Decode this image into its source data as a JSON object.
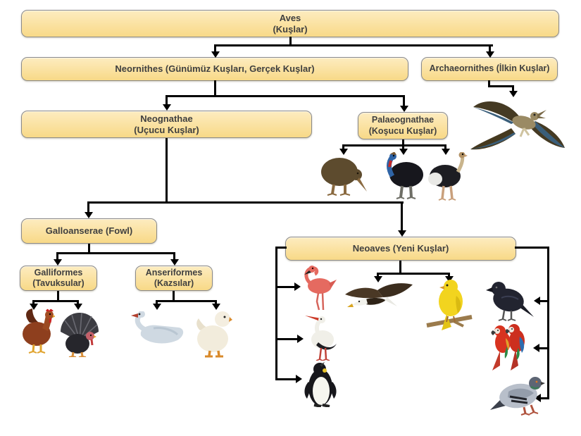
{
  "nodes": {
    "aves": {
      "line1": "Aves",
      "line2": "(Kuşlar)"
    },
    "neornithes": {
      "line1": "Neornithes (Günümüz Kuşları, Gerçek Kuşlar)"
    },
    "archaeornithes": {
      "line1": "Archaeornithes (İlkin Kuşlar)"
    },
    "neognathae": {
      "line1": "Neognathae",
      "line2": "(Uçucu Kuşlar)"
    },
    "palaeognathae": {
      "line1": "Palaeognathae",
      "line2": "(Koşucu Kuşlar)"
    },
    "galloanserae": {
      "line1": "Galloanserae (Fowl)"
    },
    "galliformes": {
      "line1": "Galliformes",
      "line2": "(Tavuksular)"
    },
    "anseriformes": {
      "line1": "Anseriformes",
      "line2": "(Kazsılar)"
    },
    "neoaves": {
      "line1": "Neoaves (Yeni Kuşlar)"
    }
  },
  "images": [
    "archaeopteryx",
    "kiwi",
    "cassowary",
    "ostrich",
    "chicken",
    "turkey",
    "swan",
    "duck",
    "flamingo",
    "eagle",
    "canary",
    "crow",
    "stork",
    "penguin",
    "macaw-parrots",
    "pigeon"
  ],
  "colors": {
    "box_fill_top": "#FDECC0",
    "box_fill_bottom": "#F8D987",
    "box_border": "#8A8A8A",
    "box_text": "#3F3F3F",
    "connector": "#000000",
    "background": "#FFFFFF"
  }
}
